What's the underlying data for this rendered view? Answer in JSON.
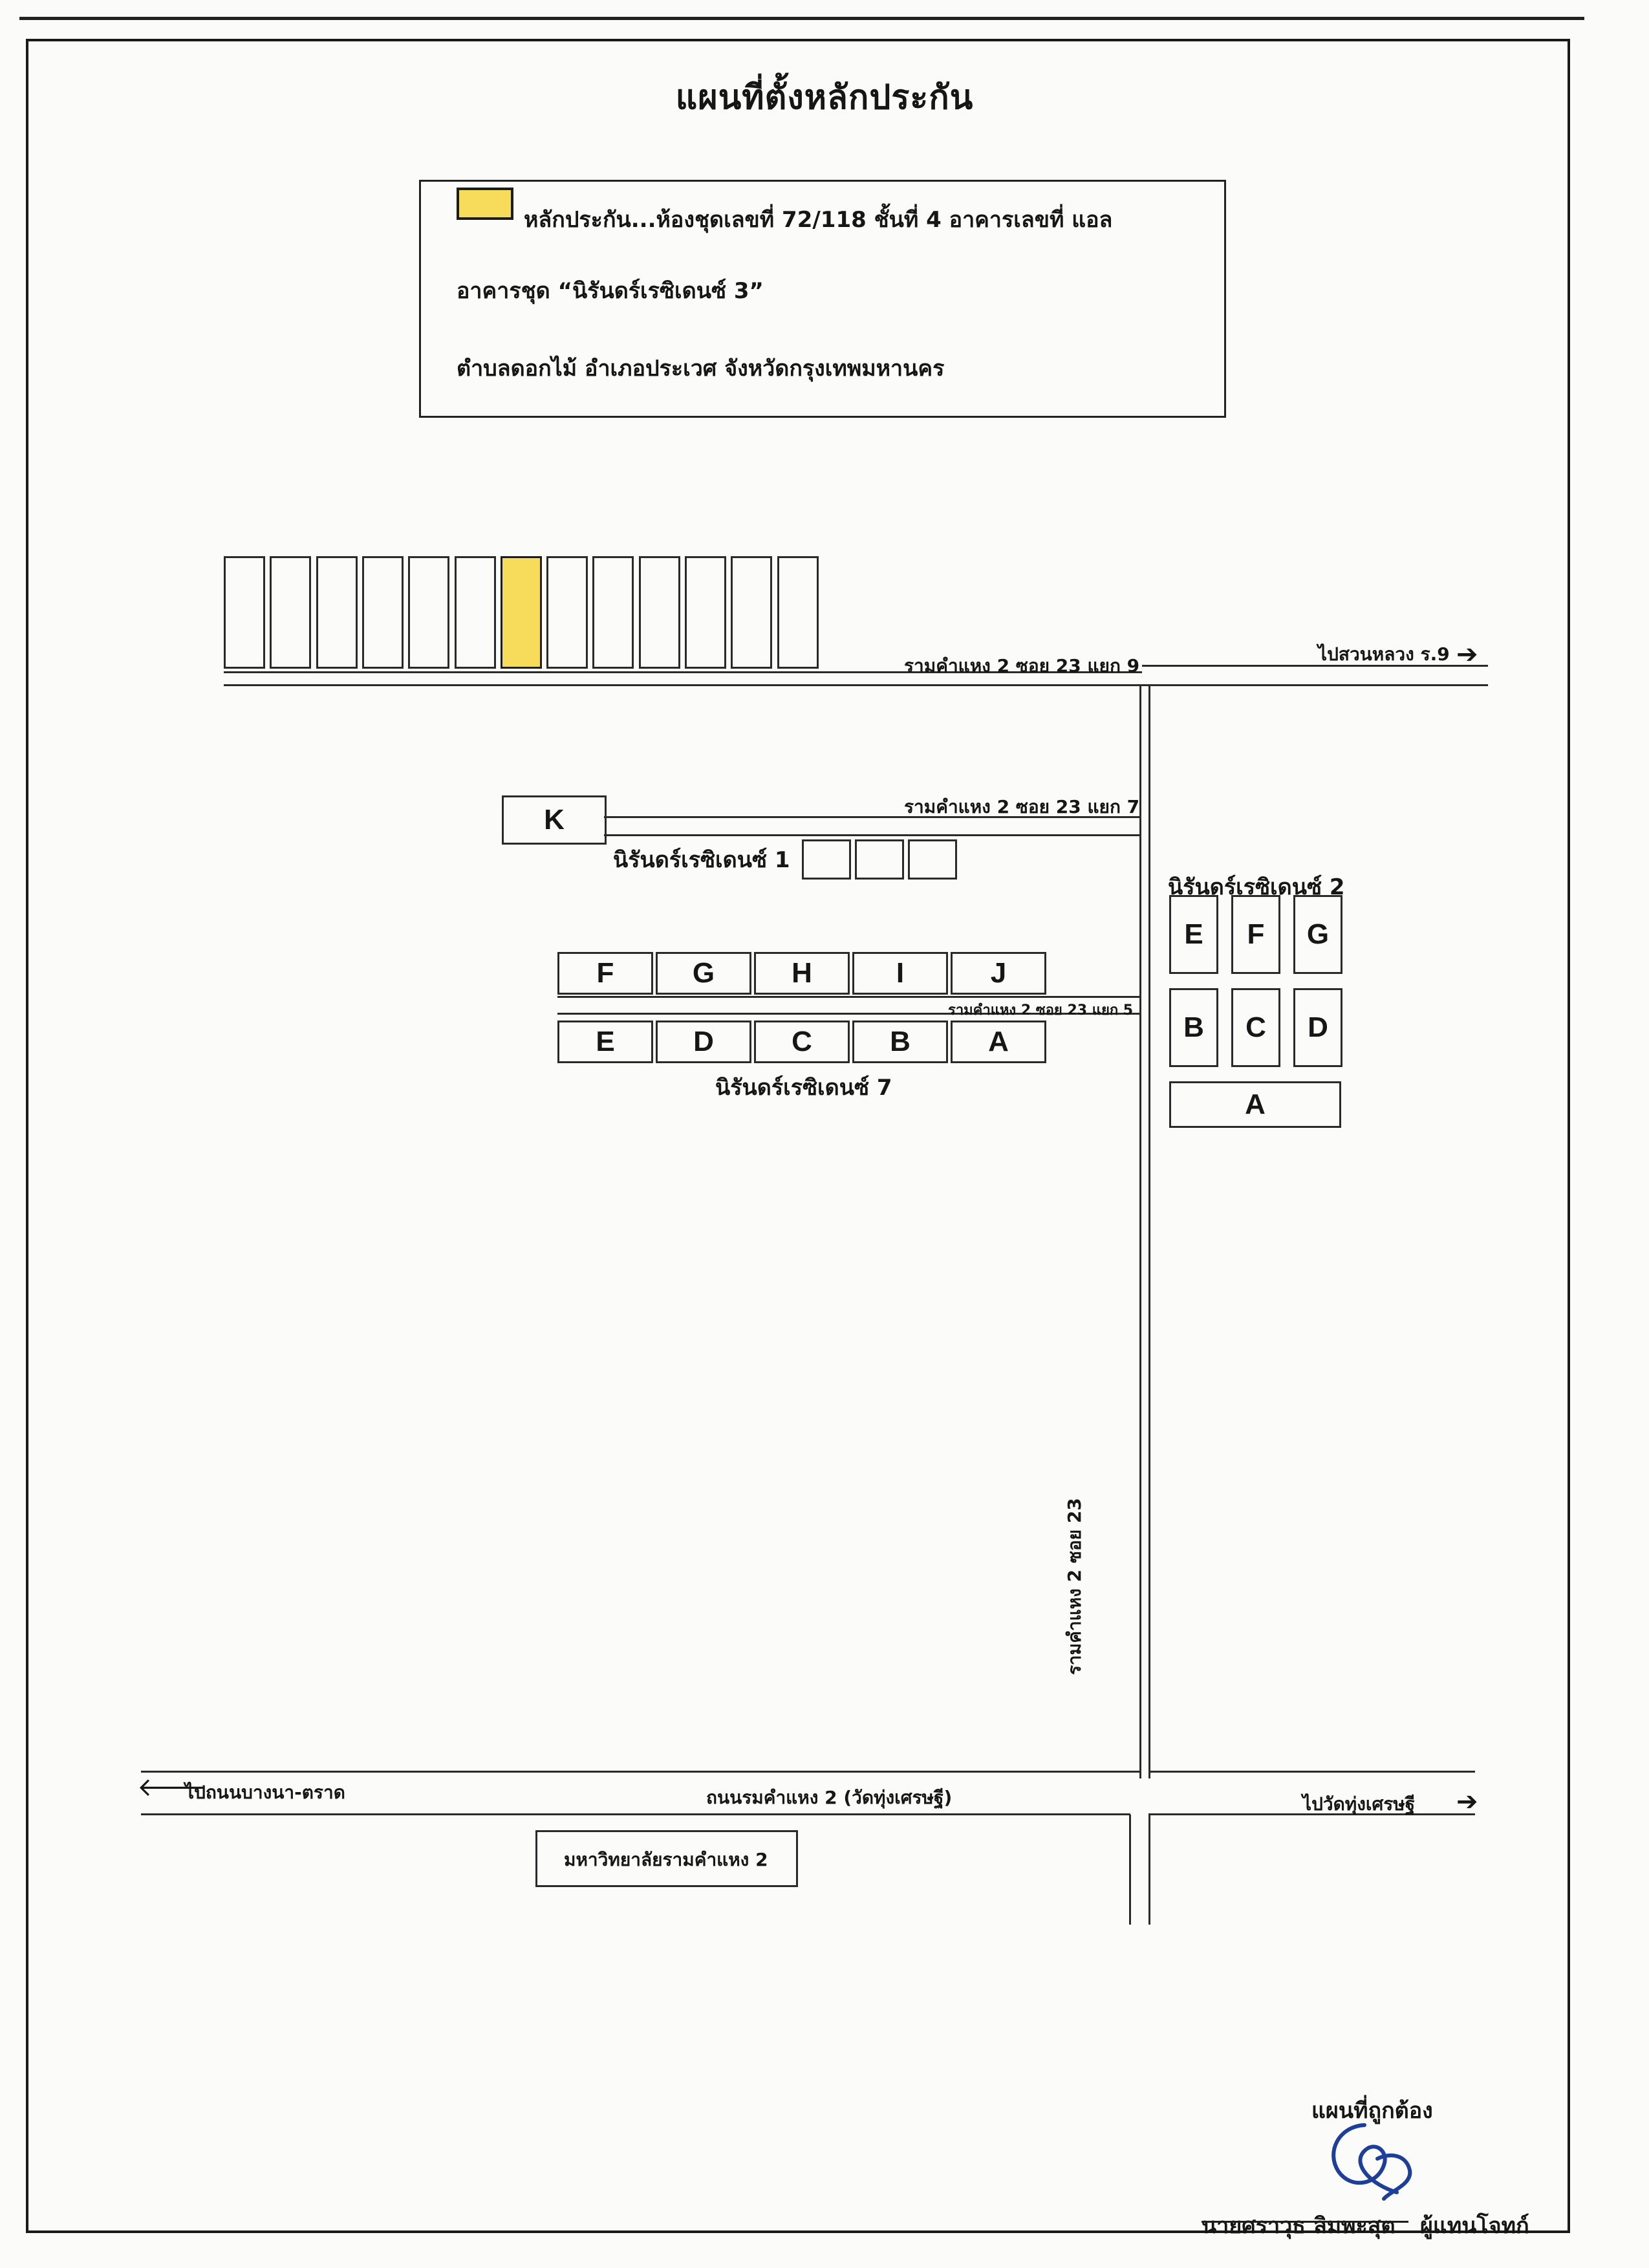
{
  "title": "แผนที่ตั้งหลักประกัน",
  "legend": {
    "line1": "หลักประกัน...ห้องชุดเลขที่ 72/118  ชั้นที่  4  อาคารเลขที่  แอล",
    "line2": "อาคารชุด “นิรันดร์เรซิเดนซ์ 3”",
    "line3": "ตำบลดอกไม้  อำเภอประเวศ     จังหวัดกรุงเทพมหานคร",
    "highlight_color": "#f6dc5a"
  },
  "roads": {
    "soi23_9": "รามคำแหง 2 ซอย 23 แยก 9",
    "to_suanluang": "ไปสวนหลวง ร.9",
    "soi23_7": "รามคำแหง 2 ซอย 23 แยก 7",
    "soi23_5": "รามคำแหง 2 ซอย 23 แยก 5",
    "soi23": "รามคำแหง 2 ซอย 23",
    "main_road": "ถนนรมคำแหง 2 (วัดทุ่งเศรษฐี)",
    "to_bangna": "ไปถนนบางนา-ตราด",
    "to_wat": "ไปวัดทุ่งเศรษฐี",
    "university": "มหาวิทยาลัยรามคำแหง 2"
  },
  "projects": {
    "residence1": "นิรันดร์เรซิเดนซ์ 1",
    "residence2": "นิรันดร์เรซิเดนซ์ 2",
    "residence7": "นิรันดร์เรซิเดนซ์ 7"
  },
  "top_row": {
    "count": 13,
    "highlight_index": 6
  },
  "block_k": "K",
  "res7_upper": [
    "F",
    "G",
    "H",
    "I",
    "J"
  ],
  "res7_lower": [
    "E",
    "D",
    "C",
    "B",
    "A"
  ],
  "res2_row1": [
    "E",
    "F",
    "G"
  ],
  "res2_row2": [
    "B",
    "C",
    "D"
  ],
  "res2_row3": "A",
  "signature": {
    "caption": "แผนที่ถูกต้อง",
    "name": "นายศราวุธ  ลิมพะสุต",
    "role": "ผู้แทนโจทก์"
  }
}
